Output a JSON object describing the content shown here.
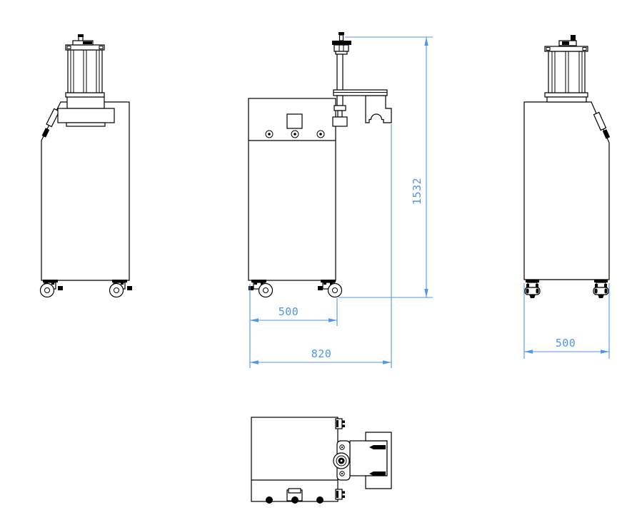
{
  "drawing": {
    "dimension_labels": {
      "front_caster_width": "500",
      "front_overall_width": "820",
      "total_height": "1532",
      "side_width": "500"
    },
    "colors": {
      "line": "#000000",
      "dimension": "#4f97e8",
      "background": "#ffffff"
    }
  }
}
